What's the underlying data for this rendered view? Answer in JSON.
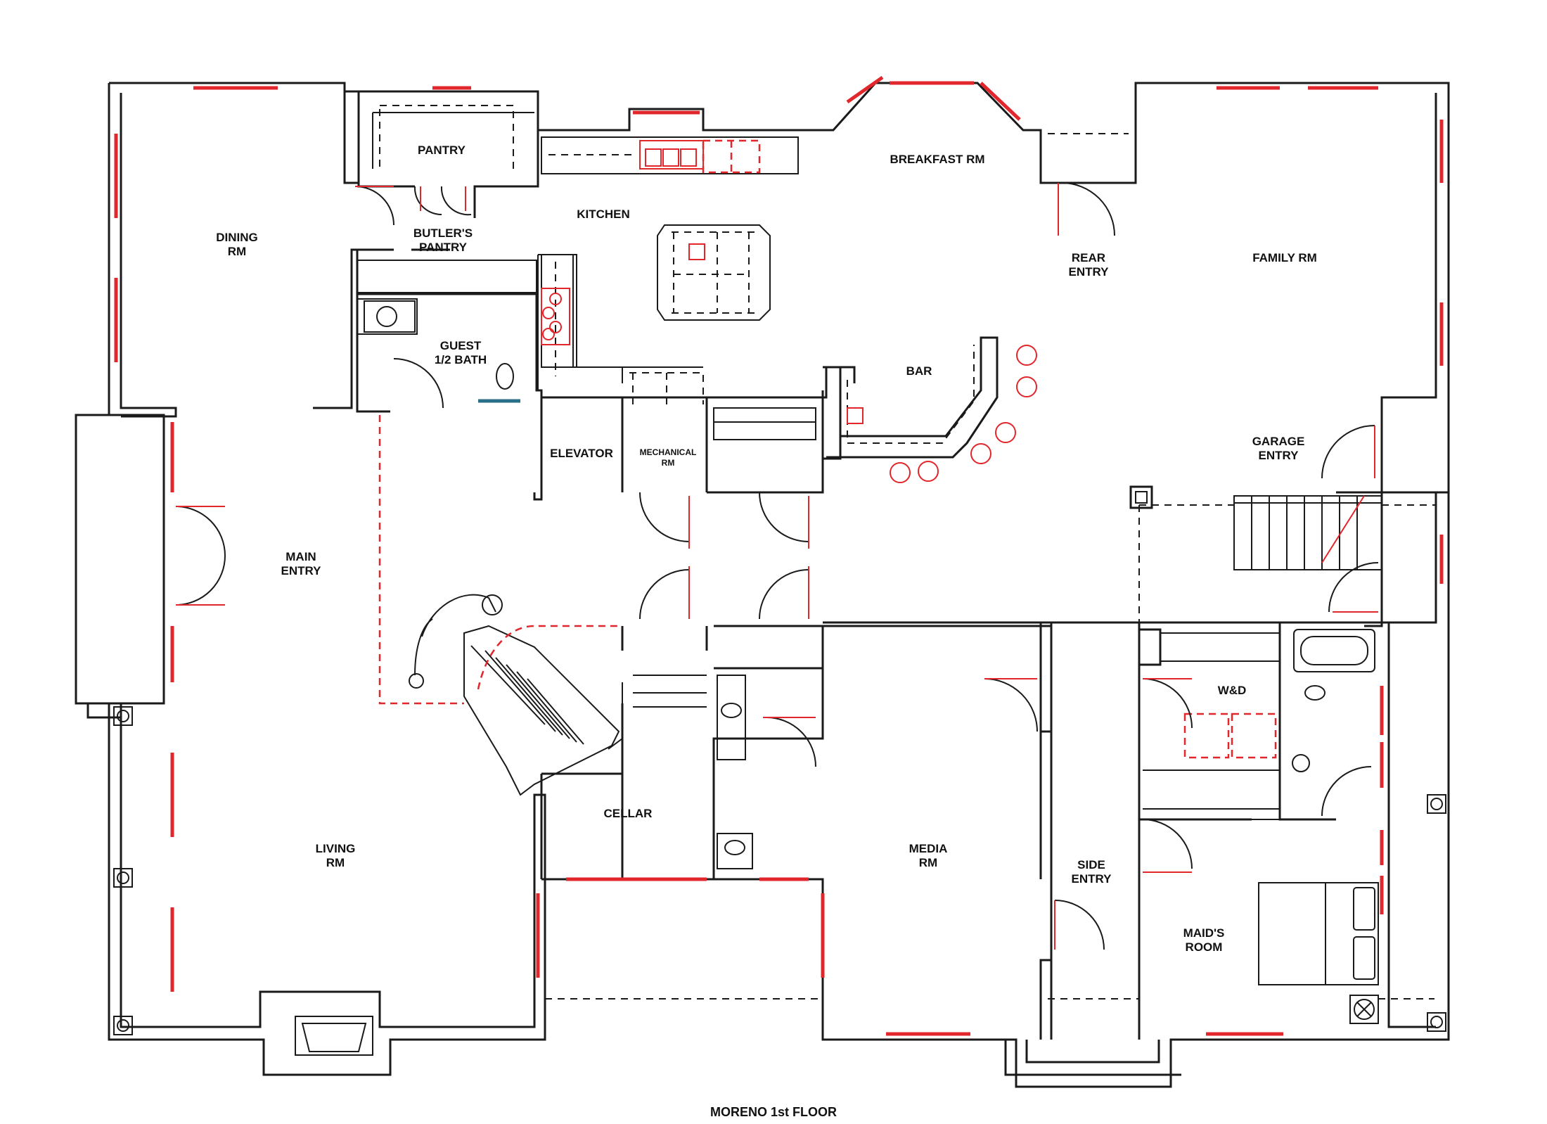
{
  "title": "MORENO 1st FLOOR",
  "rooms": {
    "pantry": "PANTRY",
    "kitchen": "KITCHEN",
    "breakfast": "BREAKFAST RM",
    "dining": [
      "DINING",
      "RM"
    ],
    "butlers_pantry": [
      "BUTLER'S",
      "PANTRY"
    ],
    "guest_bath": [
      "GUEST",
      "1/2 BATH"
    ],
    "rear_entry": [
      "REAR",
      "ENTRY"
    ],
    "family": "FAMILY RM",
    "bar": "BAR",
    "elevator": "ELEVATOR",
    "mechanical": [
      "MECHANICAL",
      "RM"
    ],
    "garage_entry": [
      "GARAGE",
      "ENTRY"
    ],
    "main_entry": [
      "MAIN",
      "ENTRY"
    ],
    "wd": "W&D",
    "cellar": "CELLAR",
    "living": [
      "LIVING",
      "RM"
    ],
    "media": [
      "MEDIA",
      "RM"
    ],
    "side_entry": [
      "SIDE",
      "ENTRY"
    ],
    "maids_room": [
      "MAID'S",
      "ROOM"
    ]
  },
  "colors": {
    "wall": "#1a1a1a",
    "window": "#e1262c",
    "background": "#ffffff"
  }
}
